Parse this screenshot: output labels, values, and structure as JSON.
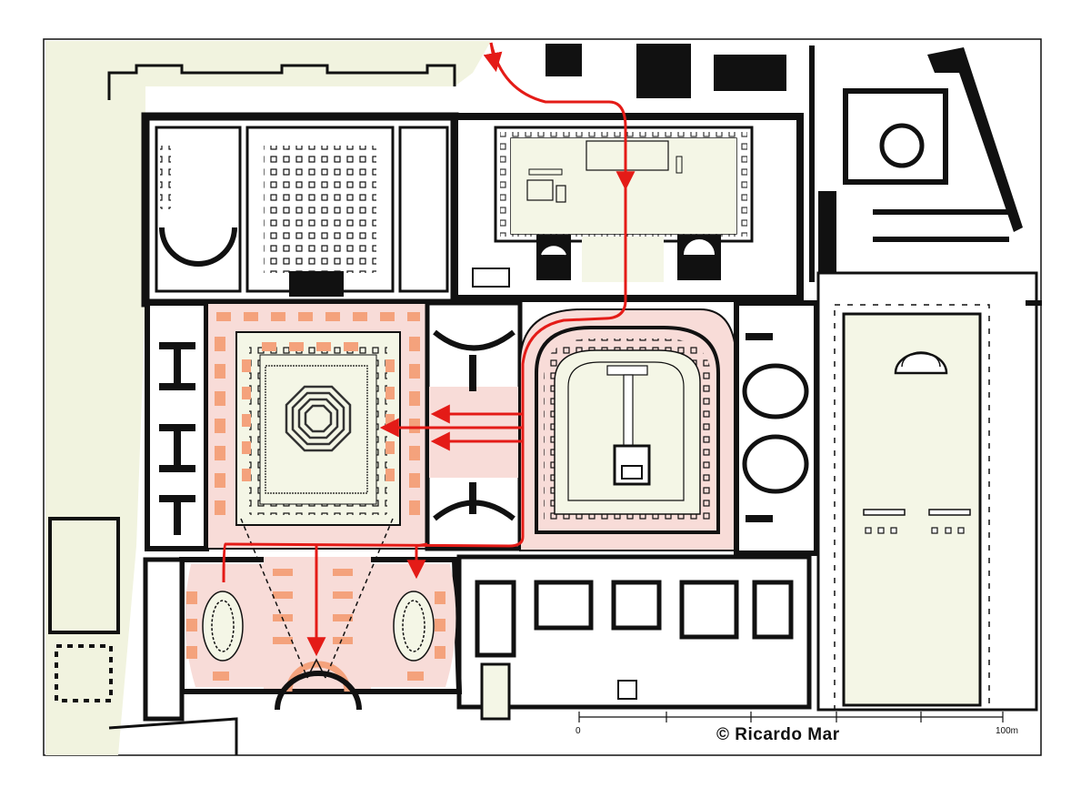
{
  "map": {
    "credit": "© Ricardo Mar",
    "scale_bar": {
      "start_label": "0",
      "end_label": "100m",
      "divisions": 5
    }
  },
  "colors": {
    "wall": "#111111",
    "highlight_fill": "#f8dcd8",
    "court_fill": "#f4f6e6",
    "outer_ground": "#f1f3df",
    "orange_rooms": "#f4a27c",
    "route_arrow": "#e41b17"
  },
  "icons": {
    "route": "red-arrow-path",
    "maze": "octagonal-labyrinth",
    "dashed_lines": "sight-lines"
  }
}
